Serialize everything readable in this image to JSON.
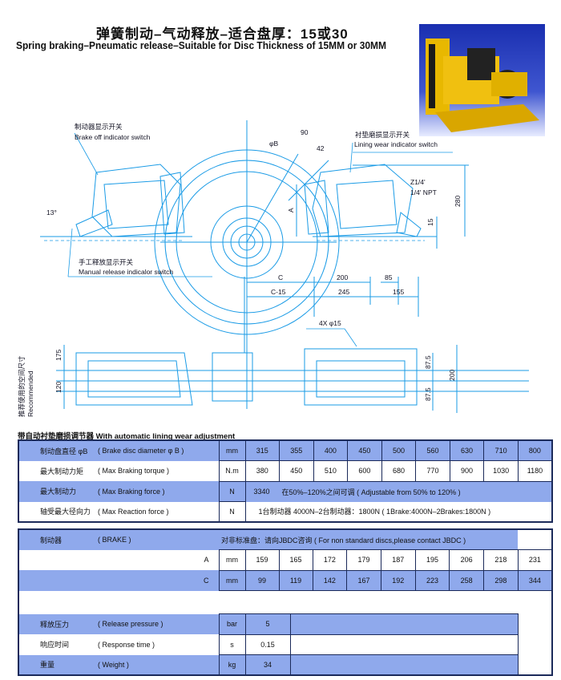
{
  "header": {
    "title_cn": "弹簧制动–气动释放–适合盘厚：15或30",
    "title_en": "Spring braking–Pneumatic  release–Suitable for Disc Thickness of 15MM or 30MM"
  },
  "drawing": {
    "brake_off_cn": "制动器显示开关",
    "brake_off_en": "Brake off indicator switch",
    "lining_cn": "衬垫磨损显示开关",
    "lining_en": "Lining wear indicator switch",
    "manual_cn": "手工释放显示开关",
    "manual_en": "Manual release indicalor switch",
    "phi_b": "φB",
    "d90": "90",
    "d42": "42",
    "angle": "13°",
    "z": "Z1/4'",
    "npt": "1/4' NPT",
    "d280": "280",
    "d15": "15",
    "a": "A",
    "c": "C",
    "d200": "200",
    "d85": "85",
    "c15": "C-15",
    "d245": "245",
    "d155": "155",
    "holes": "4X φ15",
    "d175": "175",
    "d120": "120",
    "d87a": "87.5",
    "d87b": "87.5",
    "d200v": "200",
    "recommended_cn": "推荐使用的空间尺寸",
    "recommended_en": "Recommended"
  },
  "subtitle": "带自动衬垫磨损调节器   With automatic lining wear adjustment",
  "table1": {
    "rows": [
      {
        "cn": "制动盘直径 φB",
        "en": "( Brake disc diameter φ B )",
        "unit": "mm",
        "values": [
          "315",
          "355",
          "400",
          "450",
          "500",
          "560",
          "630",
          "710",
          "800"
        ]
      },
      {
        "cn": "最大制动力矩",
        "en": "( Max Braking torque )",
        "unit": "N.m",
        "values": [
          "380",
          "450",
          "510",
          "600",
          "680",
          "770",
          "900",
          "1030",
          "1180"
        ]
      },
      {
        "cn": "最大制动力",
        "en": "( Max Braking force )",
        "unit": "N",
        "value": "3340",
        "note": "在50%–120%之间可调  ( Adjustable from 50% to 120% )"
      },
      {
        "cn": "轴受最大径向力",
        "en": "( Max Reaction force )",
        "unit": "N",
        "note": "1台制动器 4000N–2台制动器：1800N ( 1Brake:4000N–2Brakes:1800N )"
      }
    ]
  },
  "table2": {
    "header": {
      "cn": "制动器",
      "en": "( BRAKE )",
      "note": "对非标准盘：请向JBDC咨询 ( For non standard discs,please contact JBDC )"
    },
    "dims": [
      {
        "label": "A",
        "unit": "mm",
        "values": [
          "159",
          "165",
          "172",
          "179",
          "187",
          "195",
          "206",
          "218",
          "231"
        ]
      },
      {
        "label": "C",
        "unit": "mm",
        "values": [
          "99",
          "119",
          "142",
          "167",
          "192",
          "223",
          "258",
          "298",
          "344"
        ]
      }
    ],
    "props": [
      {
        "cn": "释放压力",
        "en": "( Release pressure )",
        "unit": "bar",
        "value": "5"
      },
      {
        "cn": "响应时间",
        "en": "( Response time )",
        "unit": "s",
        "value": "0.15"
      },
      {
        "cn": "重量",
        "en": "( Weight )",
        "unit": "kg",
        "value": "34"
      }
    ]
  },
  "colors": {
    "row_blue": "#8fa9ec",
    "border": "#1b2a5a",
    "drawing": "#1a9be6"
  }
}
